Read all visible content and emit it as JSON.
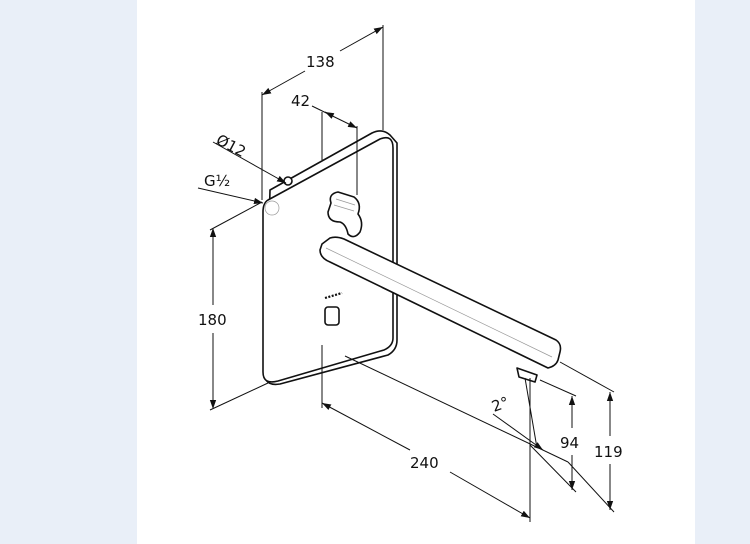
{
  "drawing": {
    "dimensions": {
      "depth_total": "138",
      "depth_knob": "42",
      "pipe_diameter": "Ø12",
      "thread": "G½",
      "plate_height": "180",
      "spout_length": "240",
      "angle": "2°",
      "outlet_height": "94",
      "spout_top_height": "119"
    },
    "colors": {
      "background": "#e9eff8",
      "sheet": "#ffffff",
      "line": "#111111"
    }
  }
}
